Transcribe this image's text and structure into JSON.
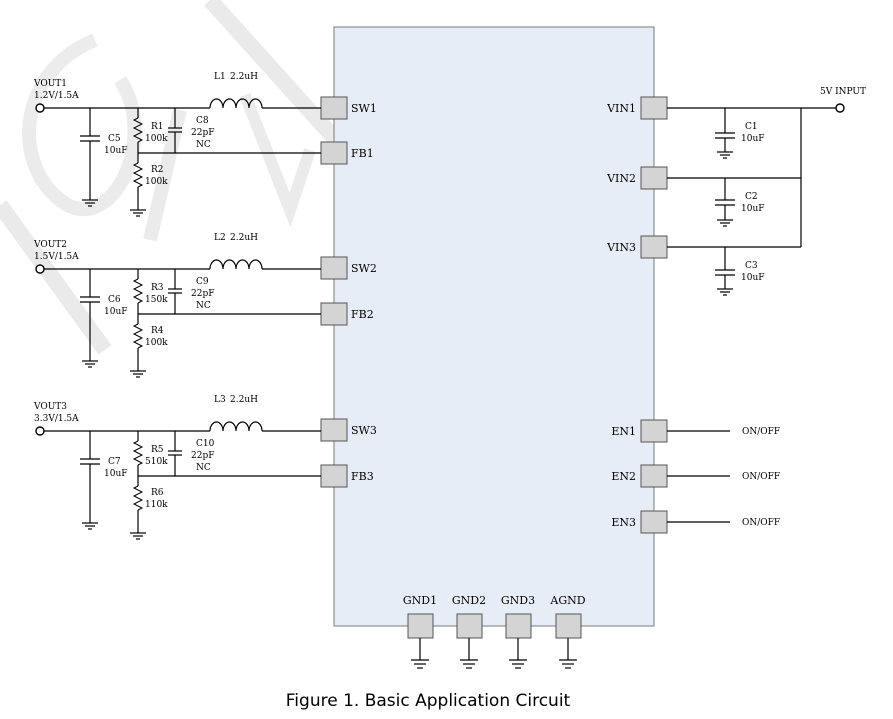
{
  "caption": "Figure 1. Basic Application Circuit",
  "chip": {
    "fill": "#e6edf7",
    "left_pins": [
      "SW1",
      "FB1",
      "SW2",
      "FB2",
      "SW3",
      "FB3"
    ],
    "right_pins": [
      "VIN1",
      "VIN2",
      "VIN3",
      "EN1",
      "EN2",
      "EN3"
    ],
    "bottom_pins": [
      "GND1",
      "GND2",
      "GND3",
      "AGND"
    ]
  },
  "outputs": [
    {
      "name": "VOUT1",
      "rating": "1.2V/1.5A",
      "inductor": {
        "ref": "L1",
        "value": "2.2uH"
      },
      "cout": {
        "ref": "C5",
        "value": "10uF"
      },
      "rtop": {
        "ref": "R1",
        "value": "100k"
      },
      "rbot": {
        "ref": "R2",
        "value": "100k"
      },
      "cff": {
        "ref": "C8",
        "value": "22pF",
        "note": "NC"
      }
    },
    {
      "name": "VOUT2",
      "rating": "1.5V/1.5A",
      "inductor": {
        "ref": "L2",
        "value": "2.2uH"
      },
      "cout": {
        "ref": "C6",
        "value": "10uF"
      },
      "rtop": {
        "ref": "R3",
        "value": "150k"
      },
      "rbot": {
        "ref": "R4",
        "value": "100k"
      },
      "cff": {
        "ref": "C9",
        "value": "22pF",
        "note": "NC"
      }
    },
    {
      "name": "VOUT3",
      "rating": "3.3V/1.5A",
      "inductor": {
        "ref": "L3",
        "value": "2.2uH"
      },
      "cout": {
        "ref": "C7",
        "value": "10uF"
      },
      "rtop": {
        "ref": "R5",
        "value": "510k"
      },
      "rbot": {
        "ref": "R6",
        "value": "110k"
      },
      "cff": {
        "ref": "C10",
        "value": "22pF",
        "note": "NC"
      }
    }
  ],
  "input": {
    "label": "5V INPUT",
    "caps": [
      {
        "ref": "C1",
        "value": "10uF"
      },
      {
        "ref": "C2",
        "value": "10uF"
      },
      {
        "ref": "C3",
        "value": "10uF"
      }
    ]
  },
  "enable_labels": [
    "ON/OFF",
    "ON/OFF",
    "ON/OFF"
  ]
}
